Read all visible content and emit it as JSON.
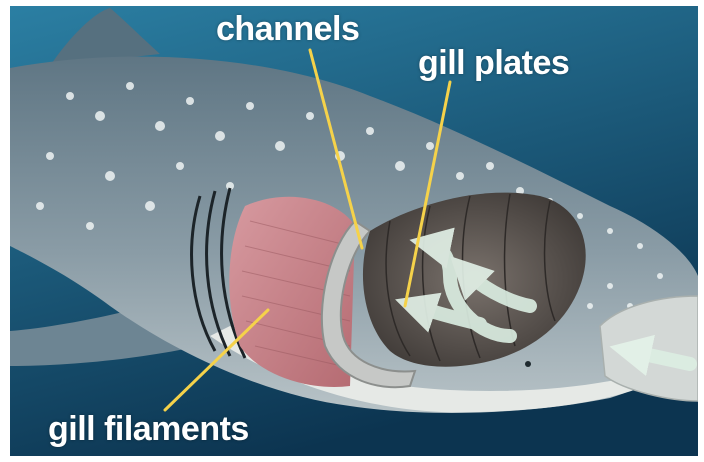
{
  "labels": {
    "channels": "channels",
    "gill_plates": "gill plates",
    "gill_filaments": "gill filaments"
  },
  "colors": {
    "background_top": "#2b7fa3",
    "background_bottom": "#0c3450",
    "shark_body": "#7d909c",
    "shark_belly": "#e6e9e6",
    "gill_filaments": "#c97f84",
    "gill_chamber": "#59534f",
    "leader_lines": "#f5d24a",
    "water_arrows": "#dcefe3",
    "label_text": "#ffffff"
  },
  "icons": [
    "water-flow-arrow-icon"
  ]
}
